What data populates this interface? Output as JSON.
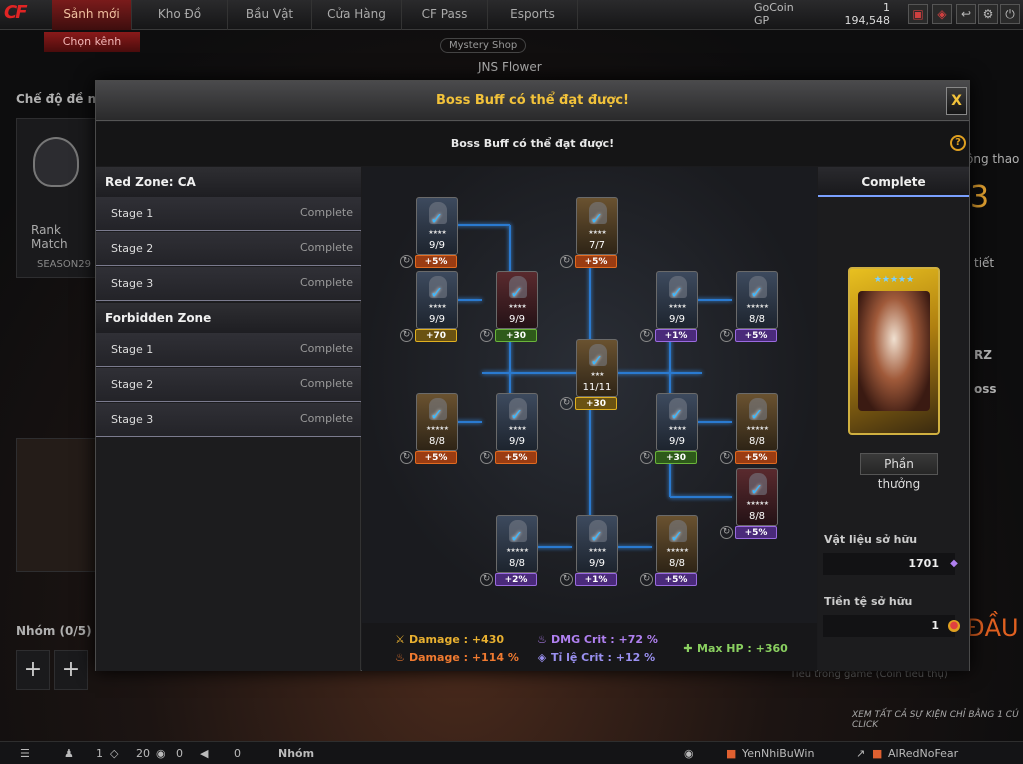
{
  "nav": {
    "logo": "CF",
    "tabs": [
      {
        "label": "Sảnh mới"
      },
      {
        "label": "Kho Đồ"
      },
      {
        "label": "Bầu Vật"
      },
      {
        "label": "Cửa Hàng"
      },
      {
        "label": "CF Pass"
      },
      {
        "label": "Esports"
      }
    ],
    "subtab": "Chọn kênh",
    "gocoin_label": "GoCoin",
    "gocoin_value": "1",
    "gp_label": "GP",
    "gp_value": "194,548"
  },
  "background": {
    "mystery_shop": "Mystery Shop",
    "room_name": "JNS Flower",
    "mode_label": "Chế độ đề ng",
    "rank_match": "Rank Match",
    "season": "SEASON29",
    "group_label": "Nhóm (0/5)",
    "right_partial_1": "ộng thao",
    "right_partial_2": "3",
    "right_partial_3": "tiết",
    "right_partial_4": "RZ",
    "right_partial_5": "oss",
    "right_partial_6": "ĐẦU",
    "right_partial_7": "Tiêu trong game (Coin tiêu thụ)",
    "event_banner": "XEM TẤT CẢ SỰ KIỆN CHỈ BẰNG 1 CÚ CLICK"
  },
  "modal": {
    "title": "Boss Buff có thể đạt được!",
    "close": "X",
    "subtitle": "Boss Buff có thể đạt được!",
    "help": "?",
    "zones": [
      {
        "name": "Red Zone: CA",
        "stages": [
          {
            "name": "Stage 1",
            "status": "Complete"
          },
          {
            "name": "Stage 2",
            "status": "Complete"
          },
          {
            "name": "Stage 3",
            "status": "Complete"
          }
        ]
      },
      {
        "name": "Forbidden Zone",
        "stages": [
          {
            "name": "Stage 1",
            "status": "Complete"
          },
          {
            "name": "Stage 2",
            "status": "Complete"
          },
          {
            "name": "Stage 3",
            "status": "Complete"
          }
        ]
      }
    ],
    "nodes": [
      {
        "count": "9/9",
        "buff": "+5%",
        "buff_type": "orange",
        "stars": "★★★★"
      },
      {
        "count": "7/7",
        "buff": "+5%",
        "buff_type": "orange",
        "stars": "★★★★"
      },
      {
        "count": "9/9",
        "buff": "+70",
        "buff_type": "yellow",
        "stars": "★★★★"
      },
      {
        "count": "9/9",
        "buff": "+30",
        "buff_type": "green",
        "stars": "★★★★"
      },
      {
        "count": "9/9",
        "buff": "+1%",
        "buff_type": "purple",
        "stars": "★★★★"
      },
      {
        "count": "8/8",
        "buff": "+5%",
        "buff_type": "purple",
        "stars": "★★★★★"
      },
      {
        "count": "11/11",
        "buff": "+30",
        "buff_type": "yellow",
        "stars": "★★★"
      },
      {
        "count": "8/8",
        "buff": "+5%",
        "buff_type": "orange",
        "stars": "★★★★★"
      },
      {
        "count": "9/9",
        "buff": "+5%",
        "buff_type": "orange",
        "stars": "★★★★"
      },
      {
        "count": "9/9",
        "buff": "+30",
        "buff_type": "green",
        "stars": "★★★★"
      },
      {
        "count": "8/8",
        "buff": "+5%",
        "buff_type": "orange",
        "stars": "★★★★★"
      },
      {
        "count": "8/8",
        "buff": "+5%",
        "buff_type": "purple",
        "stars": "★★★★★"
      },
      {
        "count": "8/8",
        "buff": "+2%",
        "buff_type": "purple",
        "stars": "★★★★★"
      },
      {
        "count": "9/9",
        "buff": "+1%",
        "buff_type": "purple",
        "stars": "★★★★"
      },
      {
        "count": "8/8",
        "buff": "+5%",
        "buff_type": "purple",
        "stars": "★★★★★"
      }
    ],
    "totals": [
      {
        "label": "Damage : +430",
        "color": "#e8b030",
        "icon": "sword-icon"
      },
      {
        "label": "Damage : +114 %",
        "color": "#f07a30",
        "icon": "fire-icon"
      },
      {
        "label": "DMG Crit : +72 %",
        "color": "#b080f0",
        "icon": "crit-icon"
      },
      {
        "label": "Tỉ lệ Crit : +12 %",
        "color": "#9a90f0",
        "icon": "crit-rate-icon"
      },
      {
        "label": "Max HP : +360",
        "color": "#8ad060",
        "icon": "hp-icon"
      }
    ],
    "reward": {
      "header": "Complete",
      "card_stars": "★★★★★",
      "button": "Phần thưởng",
      "material_label": "Vật liệu sở hữu",
      "material_value": "1701",
      "currency_label": "Tiền tệ sở hữu",
      "currency_value": "1"
    }
  },
  "bottom": {
    "count_a": "1",
    "count_b": "20",
    "count_c": "0",
    "count_d": "0",
    "group": "Nhóm",
    "player1": "YenNhiBuWin",
    "player2": "AlRedNoFear"
  }
}
